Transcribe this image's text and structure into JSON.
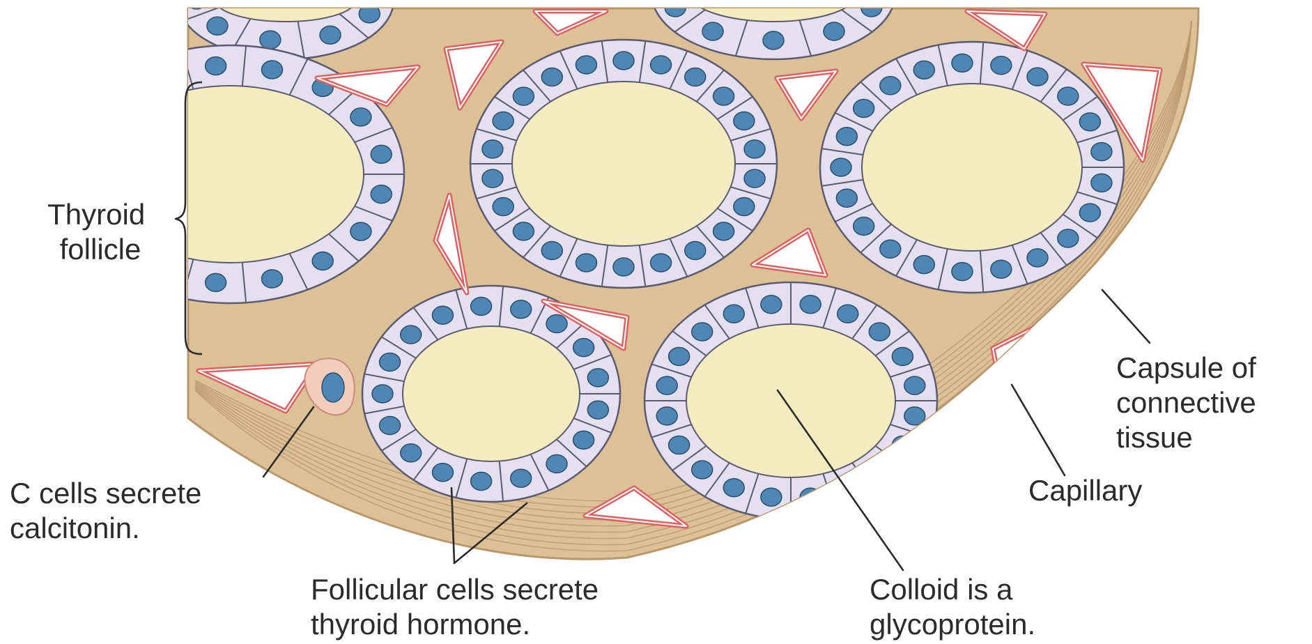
{
  "colors": {
    "background": "#ffffff",
    "connective_tissue": "#dcc096",
    "tissue_fiber": "#b8976a",
    "colloid": "#f3ecbf",
    "follicular_cell": "#e4e0ef",
    "cell_outline": "#5c5a72",
    "nucleus": "#4f86b3",
    "capillary_wall": "#e06060",
    "capillary_lumen": "#ffffff",
    "c_cell": "#f2cdbb",
    "text": "#2b2b2b"
  },
  "labels": {
    "thyroid_follicle": [
      "Thyroid",
      "follicle"
    ],
    "capsule": [
      "Capsule of",
      "connective",
      "tissue"
    ],
    "capillary": [
      "Capillary"
    ],
    "c_cells": [
      "C cells secrete",
      "calcitonin."
    ],
    "follicular_cells": [
      "Follicular cells secrete",
      "thyroid hormone."
    ],
    "colloid": [
      "Colloid is a",
      "glycoprotein."
    ]
  }
}
